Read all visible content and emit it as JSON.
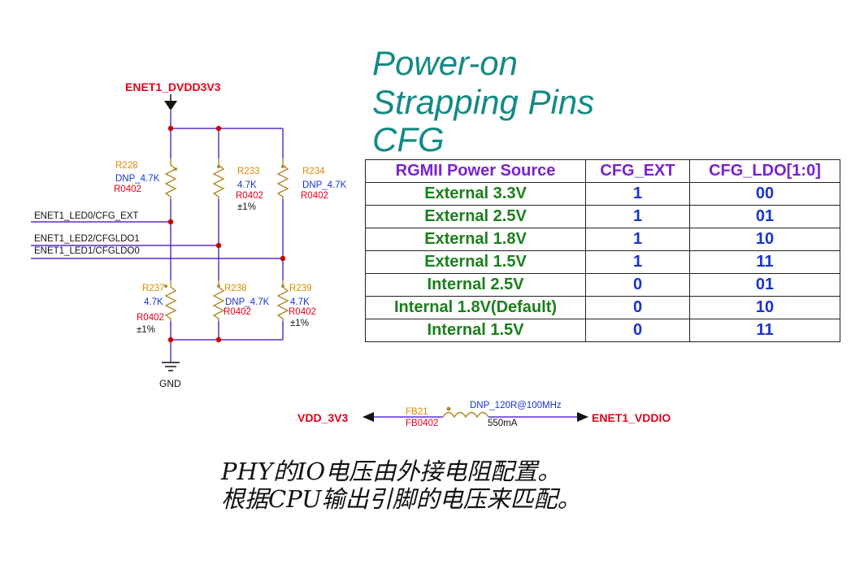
{
  "title_lines": [
    "Power-on",
    "Strapping Pins",
    "CFG"
  ],
  "table": {
    "headers": [
      "RGMII Power Source",
      "CFG_EXT",
      "CFG_LDO[1:0]"
    ],
    "rows": [
      {
        "source": "External 3.3V",
        "cfg_ext": "1",
        "cfg_ldo": "00"
      },
      {
        "source": "External 2.5V",
        "cfg_ext": "1",
        "cfg_ldo": "01"
      },
      {
        "source": "External 1.8V",
        "cfg_ext": "1",
        "cfg_ldo": "10"
      },
      {
        "source": "External 1.5V",
        "cfg_ext": "1",
        "cfg_ldo": "11"
      },
      {
        "source": "Internal 2.5V",
        "cfg_ext": "0",
        "cfg_ldo": "01"
      },
      {
        "source": "Internal 1.8V(Default)",
        "cfg_ext": "0",
        "cfg_ldo": "10"
      },
      {
        "source": "Internal 1.5V",
        "cfg_ext": "0",
        "cfg_ldo": "11"
      }
    ]
  },
  "schematic": {
    "power_net": "ENET1_DVDD3V3",
    "ground": "GND",
    "nets": [
      "ENET1_LED0/CFG_EXT",
      "ENET1_LED2/CFGLDO1",
      "ENET1_LED1/CFGLDO0"
    ],
    "resistors": {
      "r228": {
        "ref": "R228",
        "value": "DNP_4.7K",
        "pkg": "R0402"
      },
      "r233": {
        "ref": "R233",
        "value": "4.7K",
        "pkg": "R0402",
        "tol": "±1%"
      },
      "r234": {
        "ref": "R234",
        "value": "DNP_4.7K",
        "pkg": "R0402"
      },
      "r237": {
        "ref": "R237",
        "value": "4.7K",
        "pkg": "R0402",
        "tol": "±1%"
      },
      "r238": {
        "ref": "R238",
        "value": "DNP_4.7K",
        "pkg": "R0402"
      },
      "r239": {
        "ref": "R239",
        "value": "4.7K",
        "pkg": "R0402",
        "tol": "±1%"
      }
    },
    "ferrite": {
      "left_net": "VDD_3V3",
      "ref": "FB21",
      "pkg": "FB0402",
      "value": "DNP_120R@100MHz",
      "current": "550mA",
      "right_net": "ENET1_VDDIO"
    }
  },
  "notes": [
    "PHY的IO电压由外接电阻配置。",
    "根据CPU输出引脚的电压来匹配。"
  ],
  "colors": {
    "wire": "#5a2fd0",
    "net_label": "#e3001b",
    "ref": "#e08a00",
    "value": "#1a35c9",
    "pkg": "#e3001b",
    "title": "#138a84"
  }
}
